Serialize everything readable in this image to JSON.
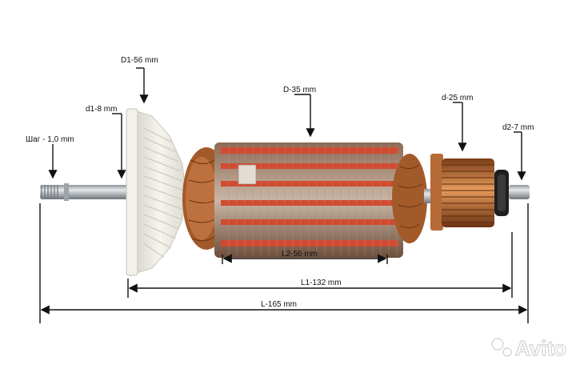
{
  "labels": {
    "d1_fan": "D1-56 mm",
    "d1_shaft": "d1-8 mm",
    "thread": "Шаг - 1,0 mm",
    "d_core": "D-35 mm",
    "d_commutator": "d-25 mm",
    "d2_shaft": "d2-7 mm",
    "l2": "L2-56 mm",
    "l1": "L1-132 mm",
    "l_total": "L-165 mm"
  },
  "watermark": "Avito",
  "colors": {
    "copper": "#b0642e",
    "copper_dark": "#7a3c18",
    "red_insulation": "#d24a30",
    "steel": "#b9bec2",
    "fan_plastic": "#efeee6",
    "commutator": "#c7733a"
  }
}
